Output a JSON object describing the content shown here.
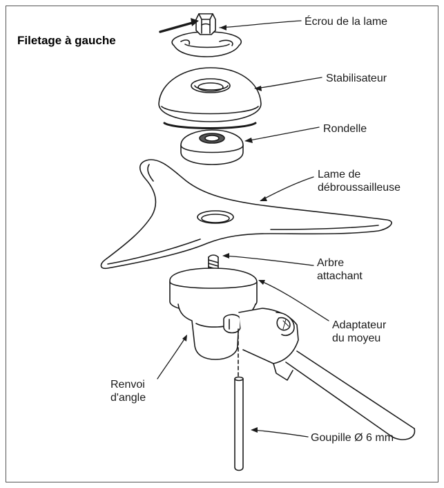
{
  "labels": {
    "left_thread": "Filetage à gauche",
    "blade_nut": "Écrou de la lame",
    "stabilizer": "Stabilisateur",
    "washer": "Rondelle",
    "blade_line1": "Lame de",
    "blade_line2": "débroussailleuse",
    "shaft_line1": "Arbre",
    "shaft_line2": "attachant",
    "adapter_line1": "Adaptateur",
    "adapter_line2": "du moyeu",
    "gearhead_line1": "Renvoi",
    "gearhead_line2": "d'angle",
    "pin": "Goupille Ø 6 mm"
  },
  "colors": {
    "line": "#1a1a1a",
    "frame": "#555555"
  }
}
